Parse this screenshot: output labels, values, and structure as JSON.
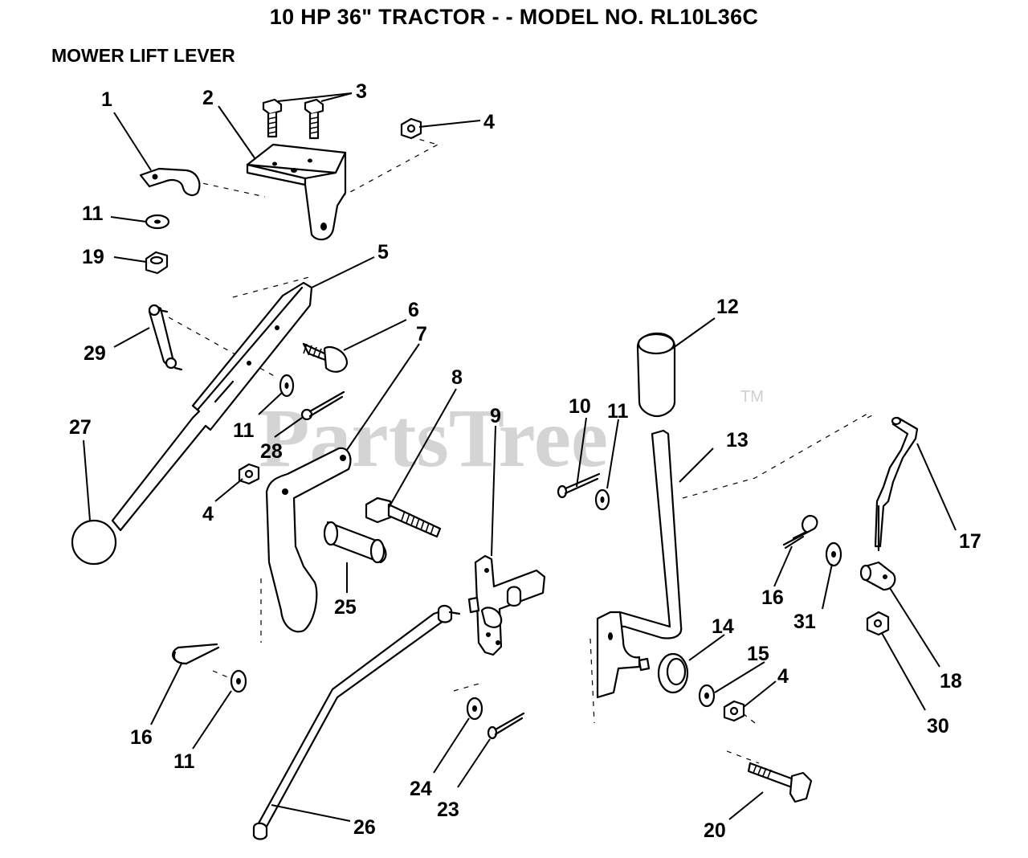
{
  "header": {
    "title": "10 HP 36\" TRACTOR - - MODEL NO. RL10L36C",
    "subtitle": "MOWER LIFT LEVER"
  },
  "watermark": {
    "text": "PartsTree",
    "tm": "TM"
  },
  "callouts": {
    "c1": "1",
    "c2": "2",
    "c3": "3",
    "c4a": "4",
    "c11a": "11",
    "c19": "19",
    "c5": "5",
    "c6": "6",
    "c7": "7",
    "c29": "29",
    "c11b": "11",
    "c28": "28",
    "c27": "27",
    "c4b": "4",
    "c8": "8",
    "c25": "25",
    "c9": "9",
    "c10": "10",
    "c11c": "11",
    "c12": "12",
    "c13": "13",
    "c17": "17",
    "c16a": "16",
    "c31": "31",
    "c18": "18",
    "c30": "30",
    "c14": "14",
    "c15": "15",
    "c4c": "4",
    "c20": "20",
    "c16b": "16",
    "c11d": "11",
    "c24": "24",
    "c23": "23",
    "c26": "26"
  }
}
